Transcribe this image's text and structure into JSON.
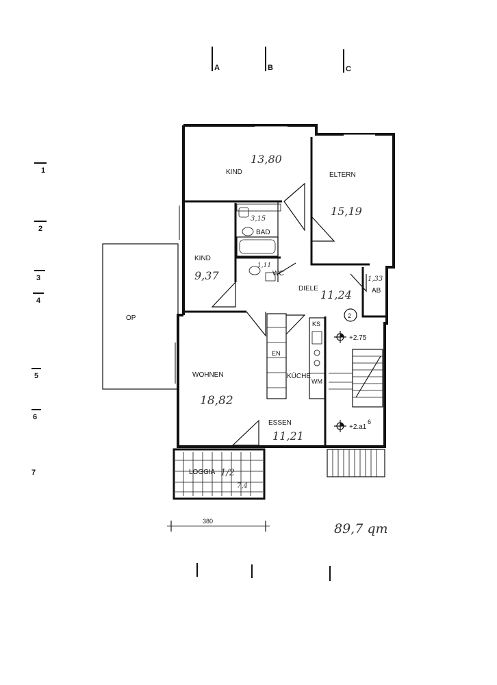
{
  "grid": {
    "columns": [
      "A",
      "B",
      "C"
    ],
    "rows": [
      "1",
      "2",
      "3",
      "4",
      "5",
      "6",
      "7"
    ]
  },
  "rooms": {
    "kind1": {
      "label": "KIND",
      "area": "13,80"
    },
    "eltern": {
      "label": "ELTERN",
      "area": "15,19"
    },
    "bad": {
      "label": "BAD",
      "area": "3,15"
    },
    "kind2": {
      "label": "KIND",
      "area": "9,37"
    },
    "wc": {
      "label": "WC",
      "area": "1,11"
    },
    "diele": {
      "label": "DIELE",
      "area": "11,24"
    },
    "ab": {
      "label": "AB",
      "area": "1,33"
    },
    "op": {
      "label": "OP"
    },
    "wohnen": {
      "label": "WOHNEN",
      "area": "18,82"
    },
    "kueche": {
      "label": "KÜCHE"
    },
    "essen": {
      "label": "ESSEN",
      "area": "11,21"
    },
    "loggia": {
      "label": "LOGGIA",
      "area": "1/2",
      "area2": "7,4"
    }
  },
  "fixtures": {
    "ks": "KS",
    "wm": "WM",
    "en": "EN"
  },
  "stair": {
    "marker": "2",
    "level_upper": "+2.75",
    "level_lower": "+2.a1",
    "level_lower_sup": "6"
  },
  "dimension": "380",
  "total_area": "89,7 qm"
}
